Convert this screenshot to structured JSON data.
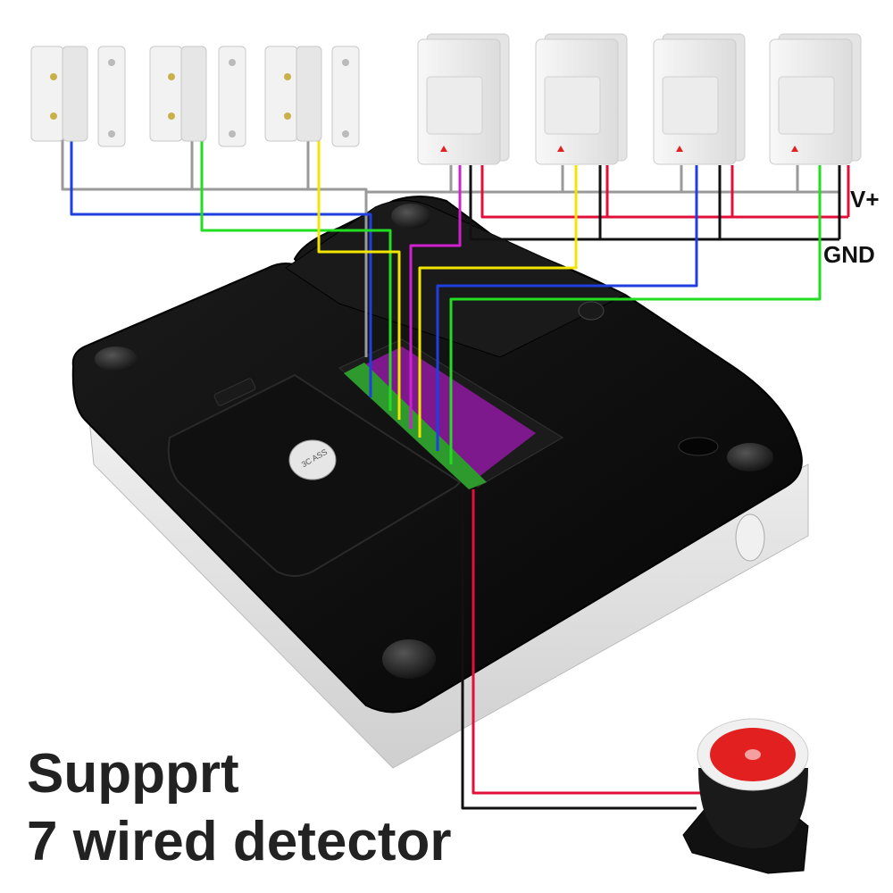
{
  "labels": {
    "vplus": "V+",
    "gnd": "GND"
  },
  "caption": {
    "line1": "Suppprt",
    "line2": "7 wired detector"
  },
  "sticker": {
    "text": "3C ASS"
  },
  "detectors": {
    "door_contacts": [
      {
        "name": "door-contact-1",
        "wire_color": "#1f3fe0"
      },
      {
        "name": "door-contact-2",
        "wire_color": "#22dd22"
      },
      {
        "name": "door-contact-3",
        "wire_color": "#f2e600"
      }
    ],
    "pir_sensors": [
      {
        "name": "pir-sensor-1",
        "wire_color": "#d020d0"
      },
      {
        "name": "pir-sensor-2",
        "wire_color": "#f2e600"
      },
      {
        "name": "pir-sensor-3",
        "wire_color": "#1f3fe0"
      },
      {
        "name": "pir-sensor-4",
        "wire_color": "#22dd22"
      }
    ]
  },
  "colors": {
    "power_wire": "#e0103a",
    "ground_wire": "#111111",
    "common_wire": "#9a9a9a",
    "panel_body": "#0e0e0e",
    "panel_side": "#e8e8e8",
    "pcb": "#8a1a9a",
    "siren_cap": "#e32020"
  }
}
